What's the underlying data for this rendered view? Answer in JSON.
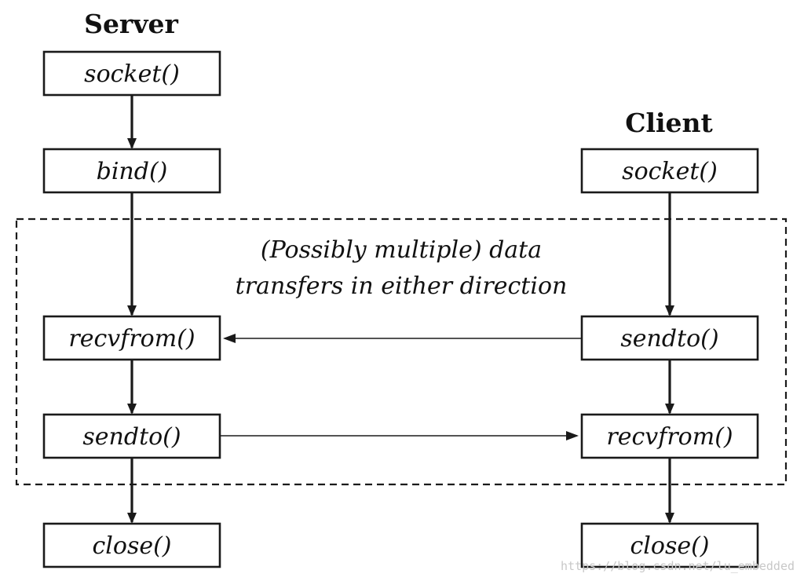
{
  "server": {
    "heading": "Server",
    "socket": "socket()",
    "bind": "bind()",
    "recvfrom": "recvfrom()",
    "sendto": "sendto()",
    "close": "close()"
  },
  "client": {
    "heading": "Client",
    "socket": "socket()",
    "sendto": "sendto()",
    "recvfrom": "recvfrom()",
    "close": "close()"
  },
  "region_note": {
    "line1": "(Possibly multiple) data",
    "line2": "transfers in either direction"
  },
  "watermark": "https://blog.csdn.net/lu_embedded"
}
